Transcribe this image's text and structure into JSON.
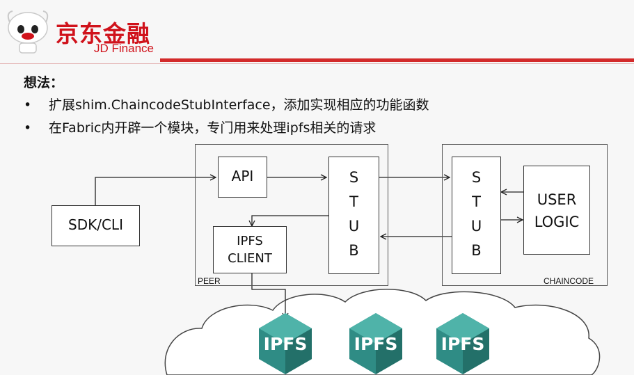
{
  "header": {
    "brand_cn": "京东金融",
    "brand_en": "JD Finance",
    "accent": "#d0121b"
  },
  "content": {
    "heading": "想法：",
    "bullets": [
      "扩展shim.ChaincodeStubInterface，添加实现相应的功能函数",
      "在Fabric内开辟一个模块，专门用来处理ipfs相关的请求"
    ],
    "bullet_glyph": "•"
  },
  "diagram": {
    "sdk_cli": "SDK/CLI",
    "api": "API",
    "peer_stub_letters": [
      "S",
      "T",
      "U",
      "B"
    ],
    "ipfs_client_line1": "IPFS",
    "ipfs_client_line2": "CLIENT",
    "peer_label": "PEER",
    "chaincode_stub_letters": [
      "S",
      "T",
      "U",
      "B"
    ],
    "user_logic_line1": "USER",
    "user_logic_line2": "LOGIC",
    "chaincode_label": "CHAINCODE",
    "ipfs_nodes": [
      "IPFS",
      "IPFS",
      "IPFS"
    ],
    "ipfs_color": "#2f8c85"
  }
}
